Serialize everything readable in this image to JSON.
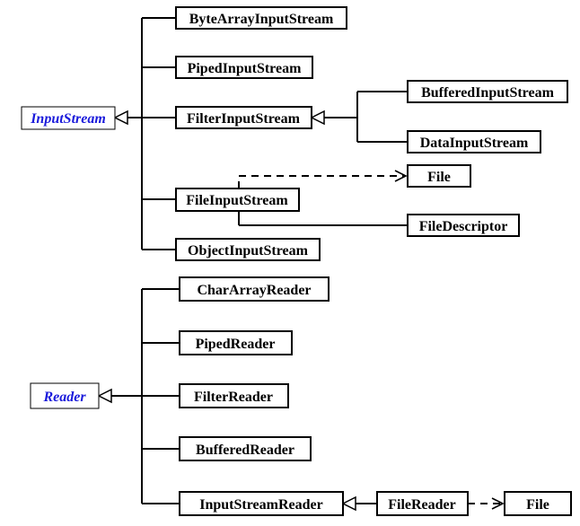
{
  "input_stream_diagram": {
    "base": "InputStream",
    "subclasses": {
      "byte_array": "ByteArrayInputStream",
      "piped": "PipedInputStream",
      "filter": "FilterInputStream",
      "file": "FileInputStream",
      "object": "ObjectInputStream"
    },
    "filter_subclasses": {
      "buffered": "BufferedInputStream",
      "data": "DataInputStream"
    },
    "file_dependencies": {
      "file": "File",
      "descriptor": "FileDescriptor"
    }
  },
  "reader_diagram": {
    "base": "Reader",
    "subclasses": {
      "char_array": "CharArrayReader",
      "piped": "PipedReader",
      "filter": "FilterReader",
      "buffered": "BufferedReader",
      "input_stream": "InputStreamReader"
    },
    "input_stream_reader_subclass": "FileReader",
    "file_reader_dependency": "File"
  }
}
